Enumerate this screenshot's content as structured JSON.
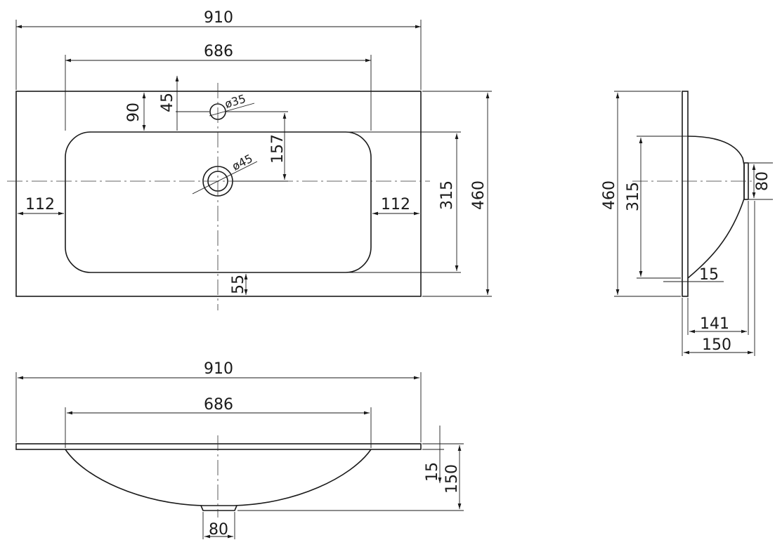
{
  "diagram": {
    "top_view": {
      "overall_width": "910",
      "bowl_width": "686",
      "tap_hole_offset_top": "90",
      "tap_hole_to_bowl": "45",
      "tap_hole_diameter": "ø35",
      "drain_to_tap": "157",
      "drain_diameter": "ø45",
      "side_margin_left": "112",
      "side_margin_right": "112",
      "bowl_depth": "315",
      "overall_depth": "460",
      "front_margin": "55"
    },
    "side_view": {
      "overall_depth": "460",
      "bowl_depth": "315",
      "drain_width": "80",
      "slab_thickness": "15",
      "bowl_height": "141",
      "overall_height": "150"
    },
    "front_view": {
      "overall_width": "910",
      "bowl_width": "686",
      "slab_thickness": "15",
      "overall_height": "150",
      "drain_width": "80"
    }
  }
}
